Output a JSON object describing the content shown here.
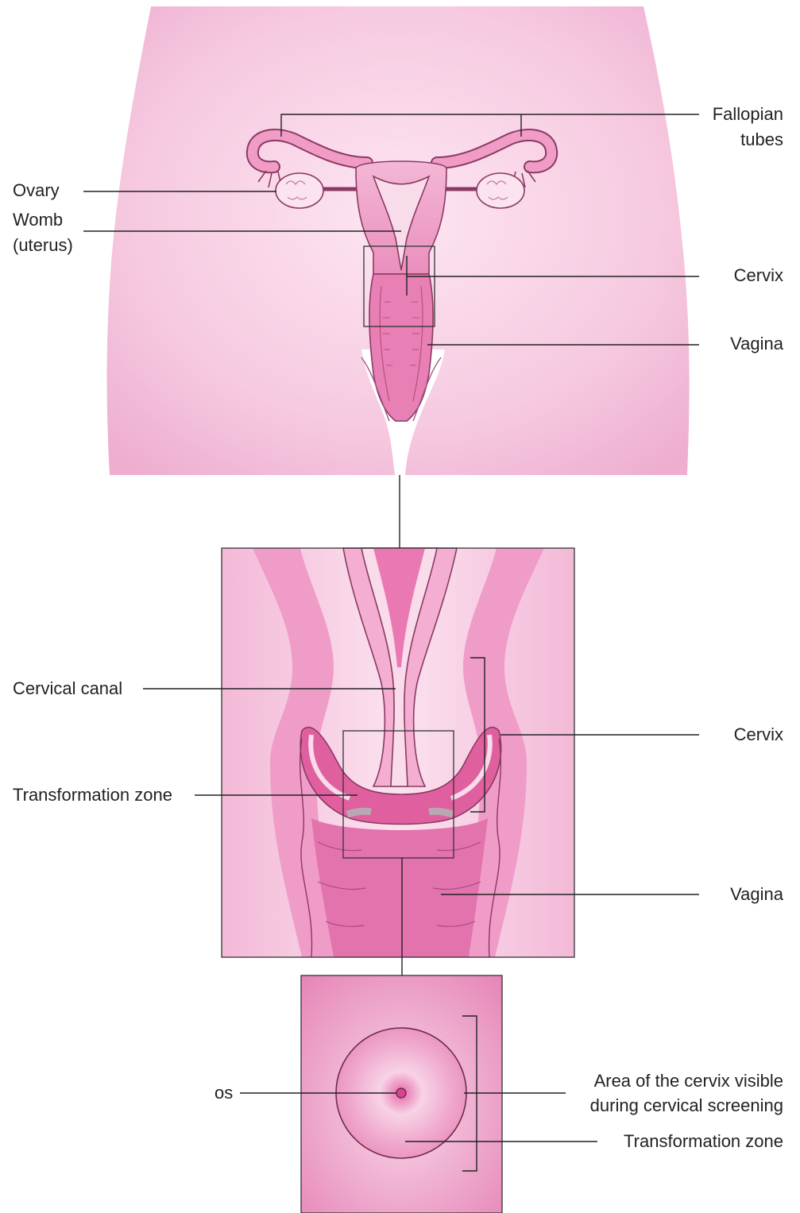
{
  "colors": {
    "body": "#f6c9e0",
    "tissue": "#ec8fbd",
    "tissue_dark": "#d9559a",
    "lining": "#f9e3ef",
    "outline": "#8a3a62",
    "leader": "#222222",
    "grey_band": "#b9a8b2"
  },
  "labels": {
    "fallopian_line1": "Fallopian",
    "fallopian_line2": "tubes",
    "ovary": "Ovary",
    "womb_line1": "Womb",
    "womb_line2": "(uterus)",
    "cervix_top": "Cervix",
    "vagina_top": "Vagina",
    "cervical_canal": "Cervical canal",
    "cervix_mid": "Cervix",
    "transformation_zone_mid": "Transformation zone",
    "vagina_mid": "Vagina",
    "os": "os",
    "area_line1": "Area of the cervix visible",
    "area_line2": "during cervical screening",
    "transformation_zone_bottom": "Transformation zone"
  }
}
